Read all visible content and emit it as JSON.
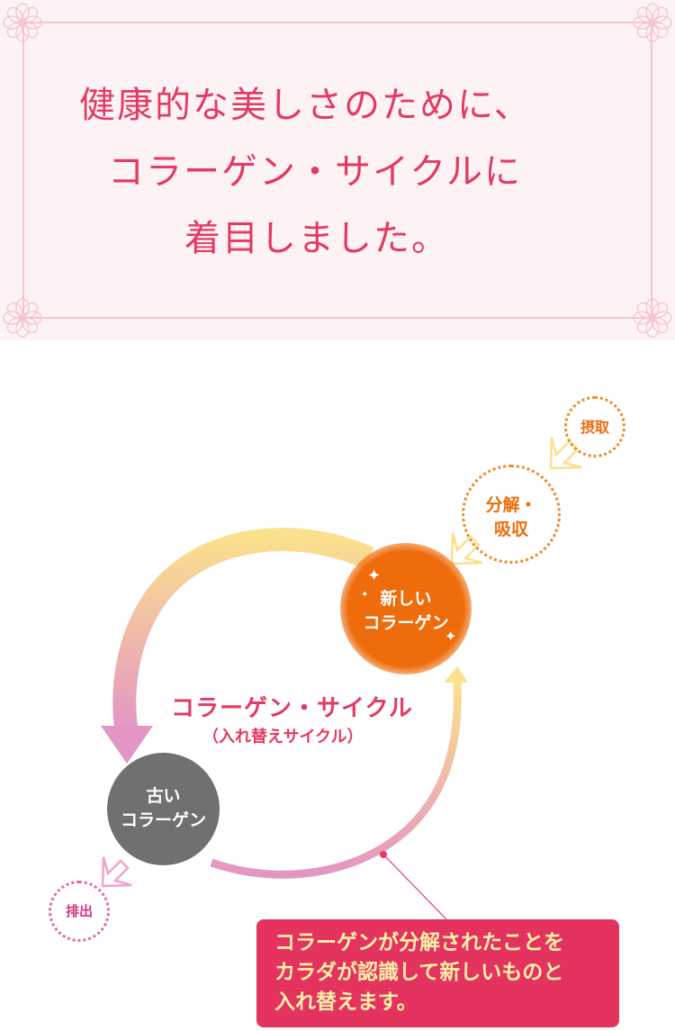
{
  "hero": {
    "headline_lines": [
      "健康的な美しさのために、",
      "コラーゲン・サイクルに",
      "着目しました。"
    ],
    "colors": {
      "background": "#fdf3f4",
      "frame": "#f5c3d1",
      "text": "#e33b63"
    }
  },
  "diagram": {
    "steps_in": [
      {
        "label": "摂取"
      },
      {
        "label_line1": "分解・",
        "label_line2": "吸収"
      }
    ],
    "new_collagen": {
      "line1": "新しい",
      "line2": "コラーゲン",
      "color": "#ee6c0b"
    },
    "old_collagen": {
      "line1": "古い",
      "line2": "コラーゲン",
      "color": "#707070"
    },
    "step_out": {
      "label": "排出"
    },
    "cycle": {
      "title": "コラーゲン・サイクル",
      "subtitle": "（入れ替えサイクル）"
    },
    "callout": {
      "lines": [
        "コラーゲンが分解されたことを",
        "カラダが認識して新しいものと",
        "入れ替えます。"
      ],
      "background": "#e4335e",
      "text_color": "#fdf2a8"
    },
    "arc_colors": {
      "yellow": "#fbe08e",
      "pink": "#e396c4"
    }
  }
}
